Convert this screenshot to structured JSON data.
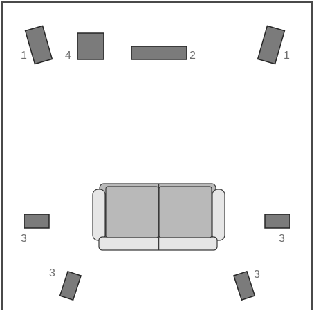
{
  "colors": {
    "wall": "#4a4a4a",
    "speaker_fill": "#7b7b7b",
    "speaker_stroke": "#262626",
    "label": "#6e6e6e",
    "sofa_fill": "#b9b9b9",
    "sofa_light": "#e6e6e6",
    "sofa_stroke": "#3a3a3a"
  },
  "speakers": [
    {
      "id": "front-left",
      "label": "1",
      "kind": "front"
    },
    {
      "id": "subwoofer",
      "label": "4",
      "kind": "subwoofer"
    },
    {
      "id": "center",
      "label": "2",
      "kind": "center"
    },
    {
      "id": "front-right",
      "label": "1",
      "kind": "front"
    },
    {
      "id": "side-left",
      "label": "3",
      "kind": "surround"
    },
    {
      "id": "side-right",
      "label": "3",
      "kind": "surround"
    },
    {
      "id": "rear-left",
      "label": "3",
      "kind": "surround"
    },
    {
      "id": "rear-right",
      "label": "3",
      "kind": "surround"
    }
  ],
  "icons": {
    "speaker": "speaker-icon",
    "subwoofer": "subwoofer-icon",
    "sofa": "sofa-icon"
  }
}
